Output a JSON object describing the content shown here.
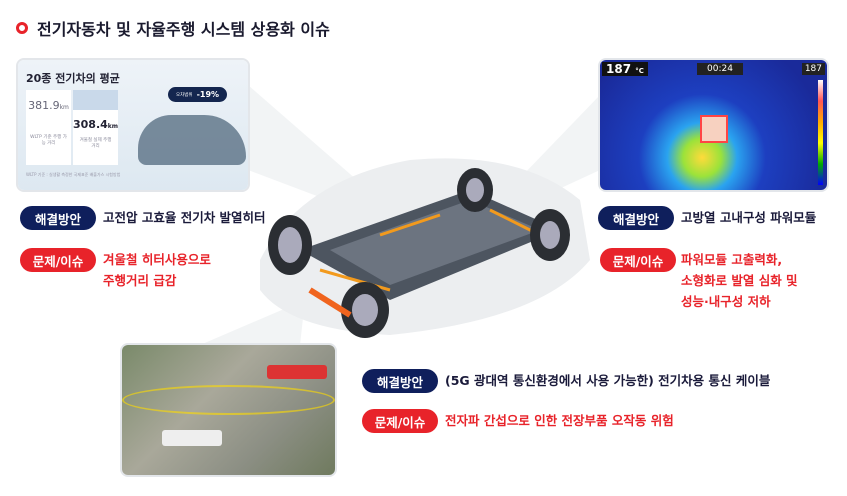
{
  "title": "전기자동차 및 자율주행 시스템 상용화 이슈",
  "left": {
    "card": {
      "heading": "20종 전기차의 평균",
      "wltp_value": "381.9",
      "wltp_unit": "km",
      "wltp_label": "WLTP 기준 주행 가능 거리",
      "winter_value": "308.4",
      "winter_unit": "km",
      "winter_label": "겨울철 실제 주행 거리",
      "error_label": "오차범위",
      "error_value": "-19%",
      "footnote": "WLTP 기준 : 실생활 측정한 국제표준 배출가스 시험방법"
    },
    "solution_label": "해결방안",
    "solution": "고전압 고효율 전기차 발열히터",
    "issue_label": "문제/이슈",
    "issue_lines": [
      "겨울철 히터사용으로",
      "주행거리 급감"
    ]
  },
  "right": {
    "card": {
      "temp": "187",
      "temp_unit": "°C",
      "timer": "00:24",
      "scale_max": "187"
    },
    "solution_label": "해결방안",
    "solution": "고방열 고내구성 파워모듈",
    "issue_label": "문제/이슈",
    "issue_lines": [
      "파워모듈 고출력화,",
      "소형화로 발열  심화 및",
      "성능·내구성 저하"
    ]
  },
  "bottom": {
    "solution_label": "해결방안",
    "solution": "(5G 광대역 통신환경에서 사용 가능한) 전기차용 통신 케이블",
    "issue_label": "문제/이슈",
    "issue": "전자파 간섭으로 인한 전장부품 오작동 위험"
  },
  "colors": {
    "navy": "#0f1f5c",
    "red": "#e8232a"
  }
}
